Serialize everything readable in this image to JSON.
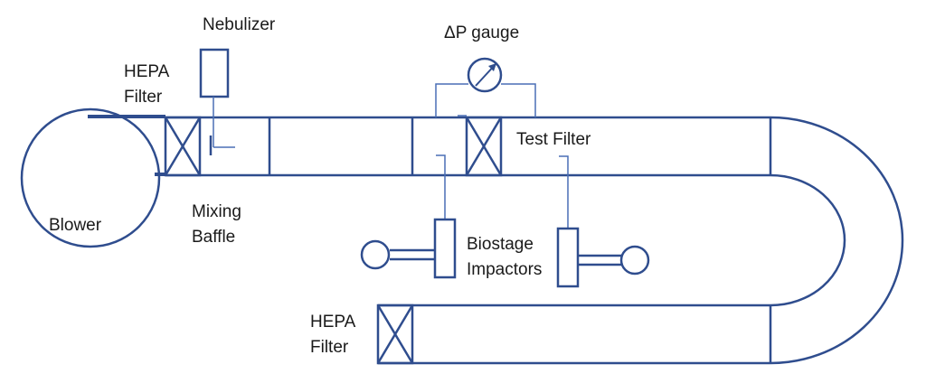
{
  "labels": {
    "nebulizer": "Nebulizer",
    "dp_gauge": "ΔP gauge",
    "hepa_top_line1": "HEPA",
    "hepa_top_line2": "Filter",
    "test_filter": "Test Filter",
    "blower": "Blower",
    "mixing_line1": "Mixing",
    "mixing_line2": "Baffle",
    "biostage_line1": "Biostage",
    "biostage_line2": "Impactors",
    "hepa_bottom_line1": "HEPA",
    "hepa_bottom_line2": "Filter"
  },
  "colors": {
    "line": "#2F4D8E",
    "thin_line": "#4A6FB5",
    "text": "#1a1a1a"
  }
}
